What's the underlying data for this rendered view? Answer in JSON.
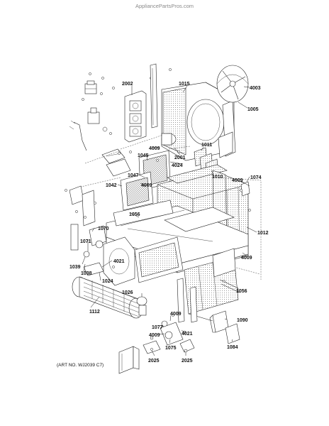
{
  "watermark": "AppliancePartsPros.com",
  "art_note": "(ART NO. WJ2039 C7)",
  "parts": {
    "p2002": "2002",
    "p1015": "1015",
    "p4003": "4003",
    "p1005": "1005",
    "p4009a": "4009",
    "p1011": "1011",
    "p2001": "2001",
    "p1045": "1045",
    "p4024": "4024",
    "p1010": "1010",
    "p1047": "1047",
    "p4009b": "4009",
    "p1074": "1074",
    "p1042": "1042",
    "p4009c": "4009",
    "p1056a": "1056",
    "p1012": "1012",
    "p1070": "1070",
    "p1071": "1071",
    "p4009d": "4009",
    "p1039": "1039",
    "p1038": "1038",
    "p4021a": "4021",
    "p1024": "1024",
    "p1056b": "1056",
    "p1026": "1026",
    "p1112": "1112",
    "p4009e": "4009",
    "p1077": "1077",
    "p1090": "1090",
    "p4009f": "4009",
    "p4021b": "4021",
    "p1075": "1075",
    "p1084": "1084",
    "p2025a": "2025",
    "p2025b": "2025"
  }
}
